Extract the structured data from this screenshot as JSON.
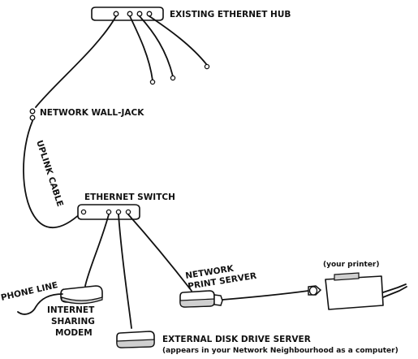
{
  "labels": {
    "hub": "EXISTING ETHERNET HUB",
    "wall_jack": "NETWORK WALL-JACK",
    "uplink": "UPLINK CABLE",
    "switch": "ETHERNET SWITCH",
    "network_print_server_1": "NETWORK",
    "network_print_server_2": "PRINT SERVER",
    "printer": "(your printer)",
    "phone_line": "PHONE LINE",
    "modem_1": "INTERNET",
    "modem_2": "SHARING",
    "modem_3": "MODEM",
    "disk_server": "EXTERNAL DISK DRIVE SERVER",
    "disk_server_note": "(appears in your Network Neighbourhood as a computer)"
  }
}
